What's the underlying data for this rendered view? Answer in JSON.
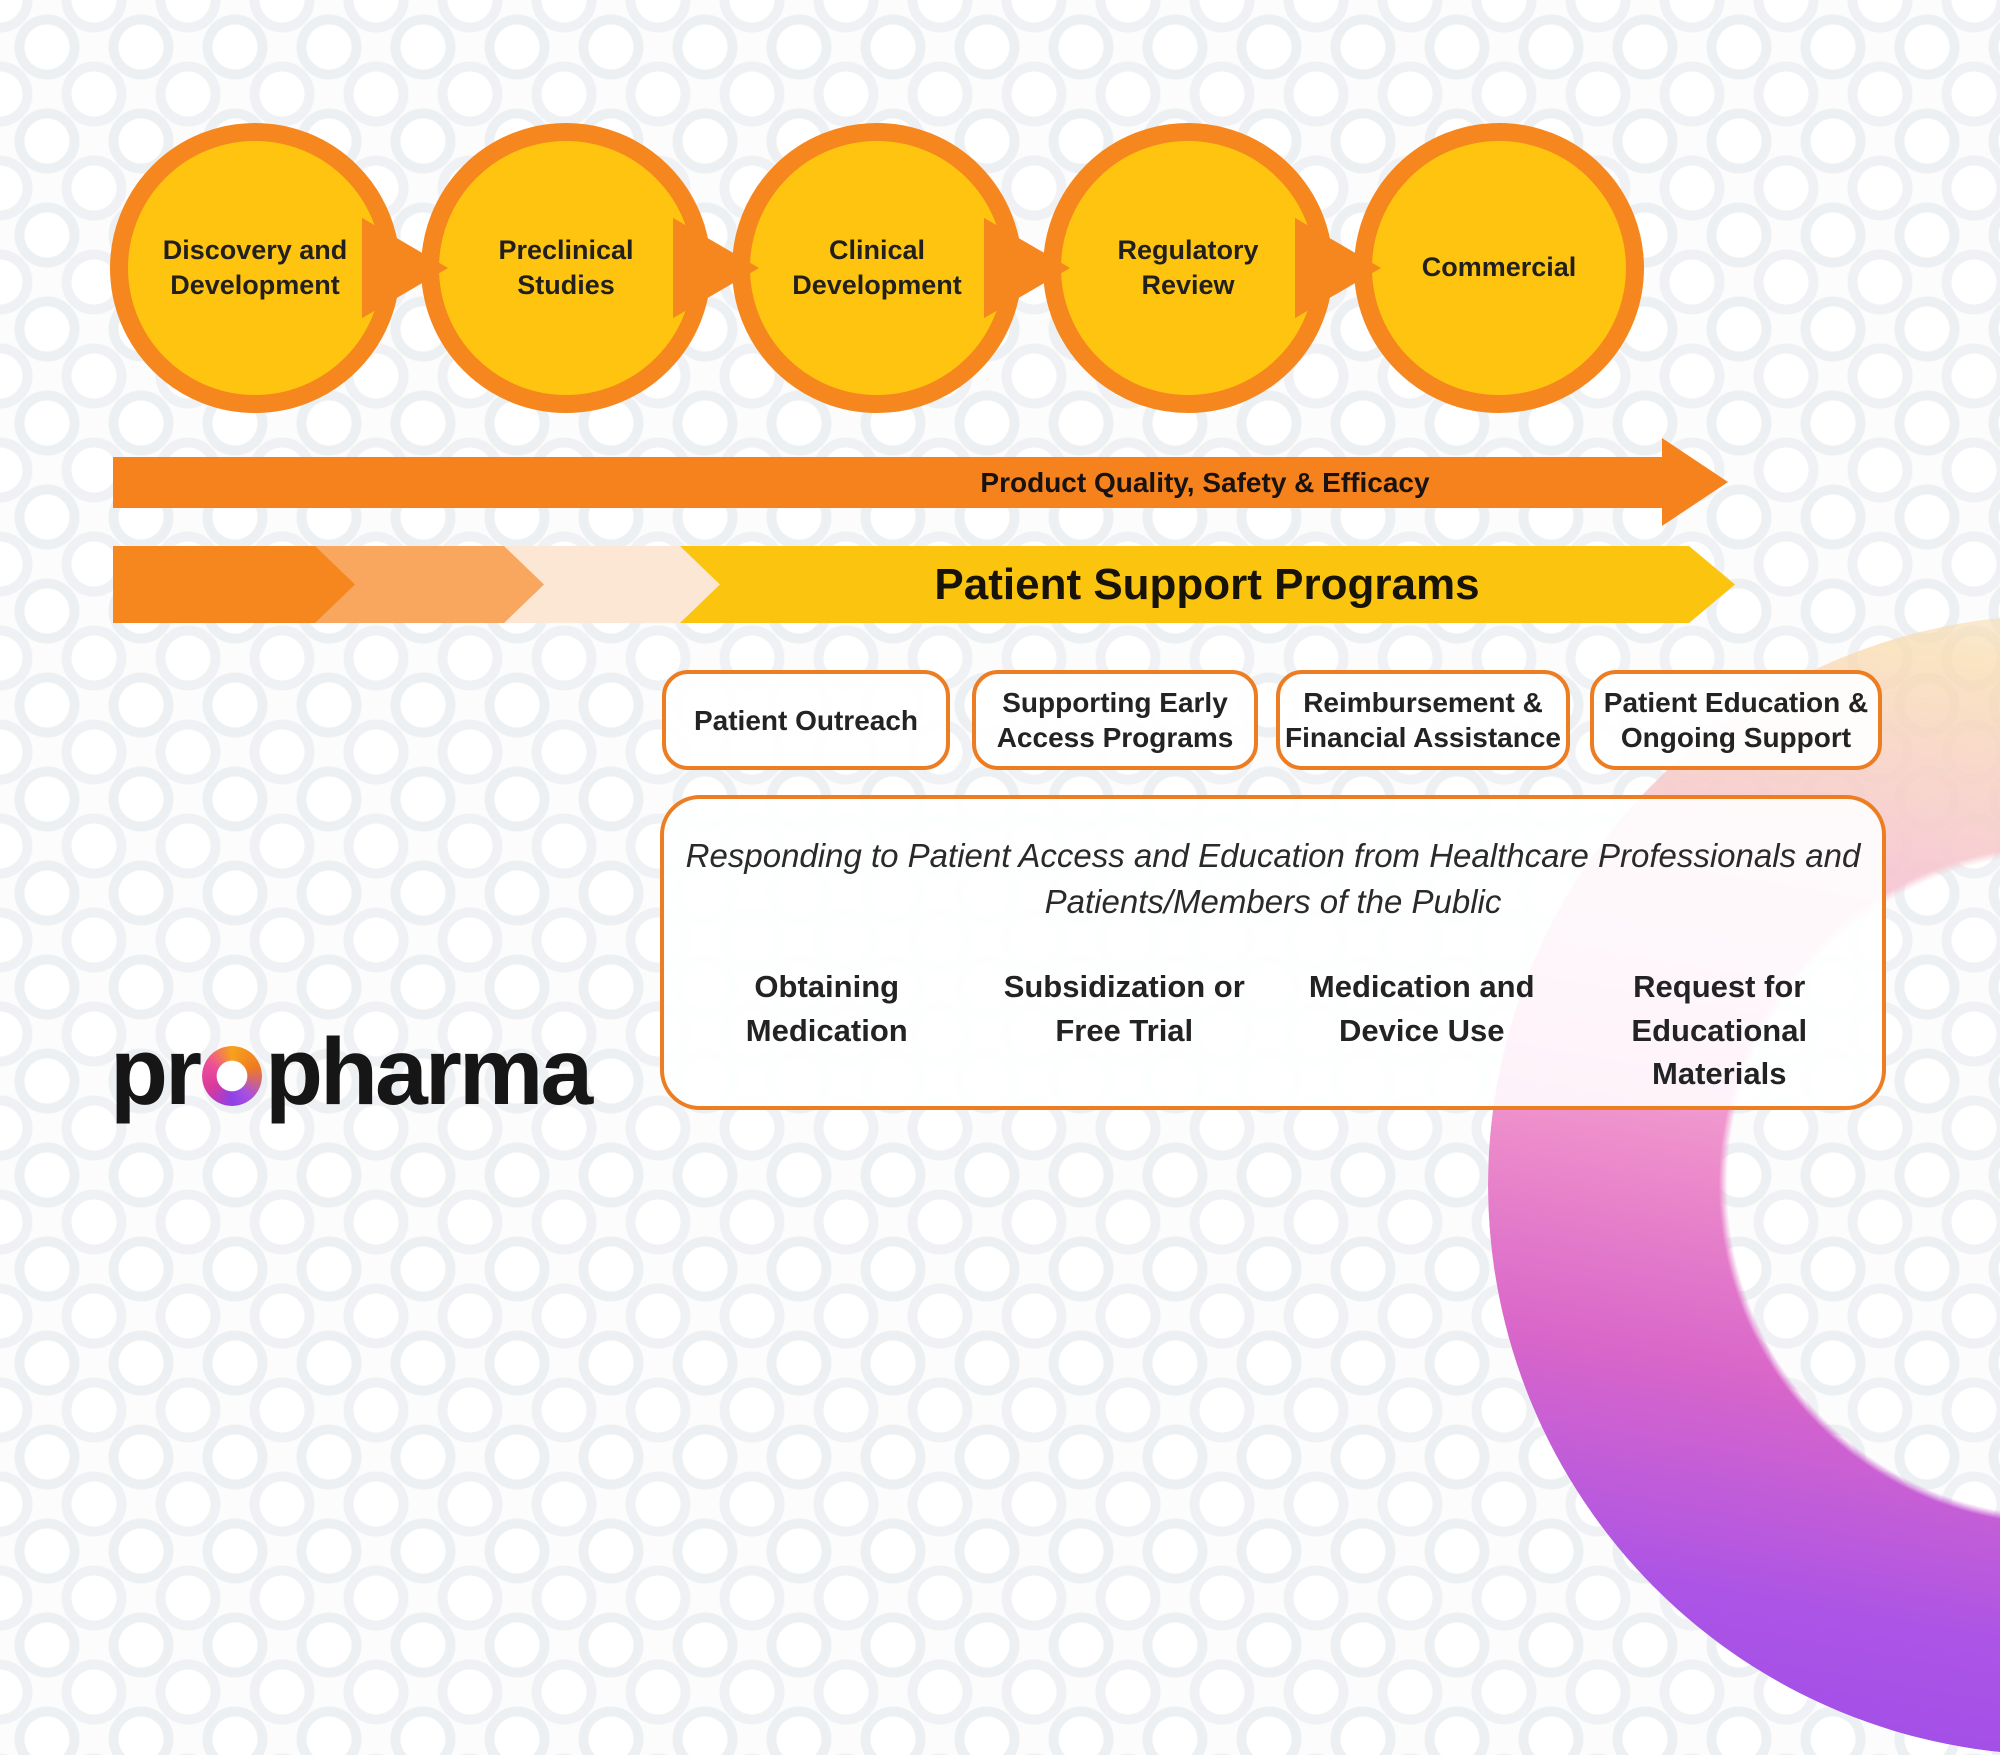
{
  "pipeline": {
    "stages": [
      {
        "label": "Discovery and\nDevelopment"
      },
      {
        "label": "Preclinical\nStudies"
      },
      {
        "label": "Clinical\nDevelopment"
      },
      {
        "label": "Regulatory\nReview"
      },
      {
        "label": "Commercial"
      }
    ]
  },
  "arrows": {
    "quality": {
      "label": "Product Quality, Safety & Efficacy"
    },
    "patient_support": {
      "label": "Patient Support Programs"
    }
  },
  "programs": [
    {
      "label": "Patient Outreach"
    },
    {
      "label": "Supporting Early\nAccess Programs"
    },
    {
      "label": "Reimbursement &\nFinancial Assistance"
    },
    {
      "label": "Patient Education &\nOngoing Support"
    }
  ],
  "response_panel": {
    "heading_line1": "Responding to Patient Access and Education from Healthcare Professionals and",
    "heading_line2": "Patients/Members of the Public",
    "items": [
      {
        "label": "Obtaining\nMedication"
      },
      {
        "label": "Subsidization or\nFree Trial"
      },
      {
        "label": "Medication and\nDevice Use"
      },
      {
        "label": "Request for\nEducational\nMaterials"
      }
    ]
  },
  "logo": {
    "prefix": "pr",
    "suffix": "pharma"
  },
  "colors": {
    "orange": "#f6821e",
    "circle_border_orange": "#f6861e",
    "circle_fill_yellow": "#fec40f",
    "psp_yellow": "#fac40f",
    "chevron_light_orange": "#f9a75e",
    "chevron_pale_peach": "#fbe7d3",
    "box_border_orange": "#ed7d23",
    "text_dark": "#221f1f",
    "ring_purple": "#9d4be8",
    "ring_magenta": "#d9399b",
    "ring_peach": "#f8dbad"
  }
}
